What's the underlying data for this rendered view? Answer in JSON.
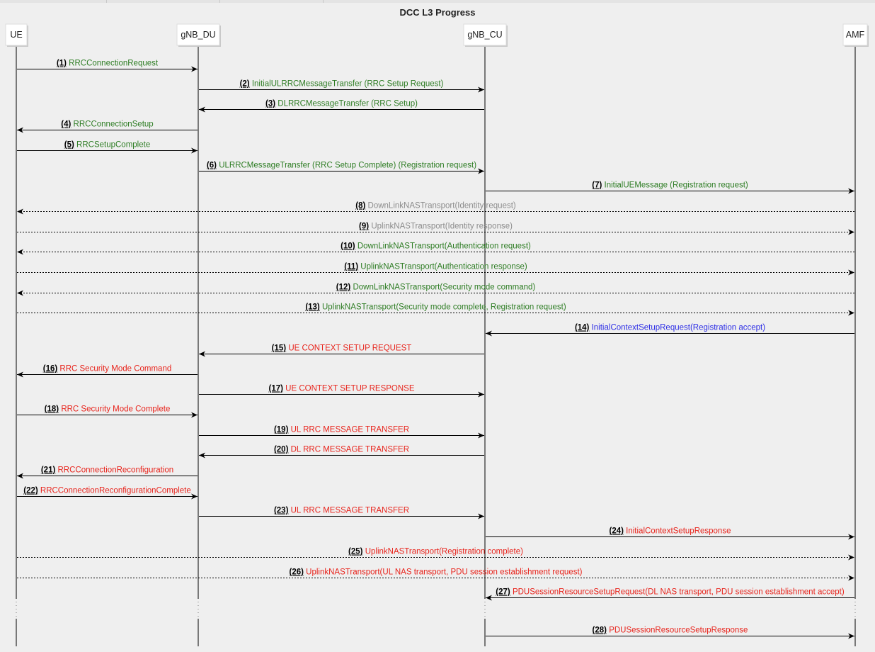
{
  "title": "DCC L3 Progress",
  "colors": {
    "green": "#2e7d24",
    "gray": "#8c8c8c",
    "blue": "#2d2ee6",
    "red": "#e8231b",
    "number": "#000000",
    "line": "#000000"
  },
  "participants": [
    {
      "id": "ue",
      "label": "UE"
    },
    {
      "id": "du",
      "label": "gNB_DU"
    },
    {
      "id": "cu",
      "label": "gNB_CU"
    },
    {
      "id": "amf",
      "label": "AMF"
    }
  ],
  "messages": [
    {
      "num": "(1)",
      "text": "RRCConnectionRequest",
      "from": "ue",
      "to": "du",
      "style": "solid",
      "color": "green"
    },
    {
      "num": "(2)",
      "text": "InitialULRRCMessageTransfer (RRC Setup Request)",
      "from": "du",
      "to": "cu",
      "style": "solid",
      "color": "green"
    },
    {
      "num": "(3)",
      "text": "DLRRCMessageTransfer (RRC Setup)",
      "from": "cu",
      "to": "du",
      "style": "solid",
      "color": "green"
    },
    {
      "num": "(4)",
      "text": "RRCConnectionSetup",
      "from": "du",
      "to": "ue",
      "style": "solid",
      "color": "green"
    },
    {
      "num": "(5)",
      "text": "RRCSetupComplete",
      "from": "ue",
      "to": "du",
      "style": "solid",
      "color": "green"
    },
    {
      "num": "(6)",
      "text": "ULRRCMessageTransfer (RRC Setup Complete) (Registration request)",
      "from": "du",
      "to": "cu",
      "style": "solid",
      "color": "green"
    },
    {
      "num": "(7)",
      "text": "InitialUEMessage (Registration request)",
      "from": "cu",
      "to": "amf",
      "style": "solid",
      "color": "green"
    },
    {
      "num": "(8)",
      "text": "DownLinkNASTransport(Identity request)",
      "from": "amf",
      "to": "ue",
      "style": "dotted",
      "color": "gray"
    },
    {
      "num": "(9)",
      "text": "UplinkNASTransport(Identity response)",
      "from": "ue",
      "to": "amf",
      "style": "dotted",
      "color": "gray"
    },
    {
      "num": "(10)",
      "text": "DownLinkNASTransport(Authentication request)",
      "from": "amf",
      "to": "ue",
      "style": "dotted",
      "color": "green"
    },
    {
      "num": "(11)",
      "text": "UplinkNASTransport(Authentication response)",
      "from": "ue",
      "to": "amf",
      "style": "dotted",
      "color": "green"
    },
    {
      "num": "(12)",
      "text": "DownLinkNASTransport(Security mode command)",
      "from": "amf",
      "to": "ue",
      "style": "dotted",
      "color": "green"
    },
    {
      "num": "(13)",
      "text": "UplinkNASTransport(Security mode complete, Registration request)",
      "from": "ue",
      "to": "amf",
      "style": "dotted",
      "color": "green"
    },
    {
      "num": "(14)",
      "text": "InitialContextSetupRequest(Registration accept)",
      "from": "amf",
      "to": "cu",
      "style": "solid",
      "color": "blue"
    },
    {
      "num": "(15)",
      "text": "UE CONTEXT SETUP REQUEST",
      "from": "cu",
      "to": "du",
      "style": "solid",
      "color": "red"
    },
    {
      "num": "(16)",
      "text": "RRC Security Mode Command",
      "from": "du",
      "to": "ue",
      "style": "solid",
      "color": "red"
    },
    {
      "num": "(17)",
      "text": "UE CONTEXT SETUP RESPONSE",
      "from": "du",
      "to": "cu",
      "style": "solid",
      "color": "red"
    },
    {
      "num": "(18)",
      "text": "RRC Security Mode Complete",
      "from": "ue",
      "to": "du",
      "style": "solid",
      "color": "red"
    },
    {
      "num": "(19)",
      "text": "UL RRC MESSAGE TRANSFER",
      "from": "du",
      "to": "cu",
      "style": "solid",
      "color": "red"
    },
    {
      "num": "(20)",
      "text": "DL RRC MESSAGE TRANSFER",
      "from": "cu",
      "to": "du",
      "style": "solid",
      "color": "red"
    },
    {
      "num": "(21)",
      "text": "RRCConnectionReconfiguration",
      "from": "du",
      "to": "ue",
      "style": "solid",
      "color": "red"
    },
    {
      "num": "(22)",
      "text": "RRCConnectionReconfigurationComplete",
      "from": "ue",
      "to": "du",
      "style": "solid",
      "color": "red"
    },
    {
      "num": "(23)",
      "text": "UL RRC MESSAGE TRANSFER",
      "from": "du",
      "to": "cu",
      "style": "solid",
      "color": "red"
    },
    {
      "num": "(24)",
      "text": "InitialContextSetupResponse",
      "from": "cu",
      "to": "amf",
      "style": "solid",
      "color": "red"
    },
    {
      "num": "(25)",
      "text": "UplinkNASTransport(Registration complete)",
      "from": "ue",
      "to": "amf",
      "style": "dotted",
      "color": "red"
    },
    {
      "num": "(26)",
      "text": "UplinkNASTransport(UL NAS transport, PDU session establishment request)",
      "from": "ue",
      "to": "amf",
      "style": "dotted",
      "color": "red"
    },
    {
      "num": "(27)",
      "text": "PDUSessionResourceSetupRequest(DL NAS transport, PDU session establishment accept)",
      "from": "amf",
      "to": "cu",
      "style": "solid",
      "color": "red"
    },
    {
      "num": "(28)",
      "text": "PDUSessionResourceSetupResponse",
      "from": "cu",
      "to": "amf",
      "style": "solid",
      "color": "red"
    }
  ]
}
